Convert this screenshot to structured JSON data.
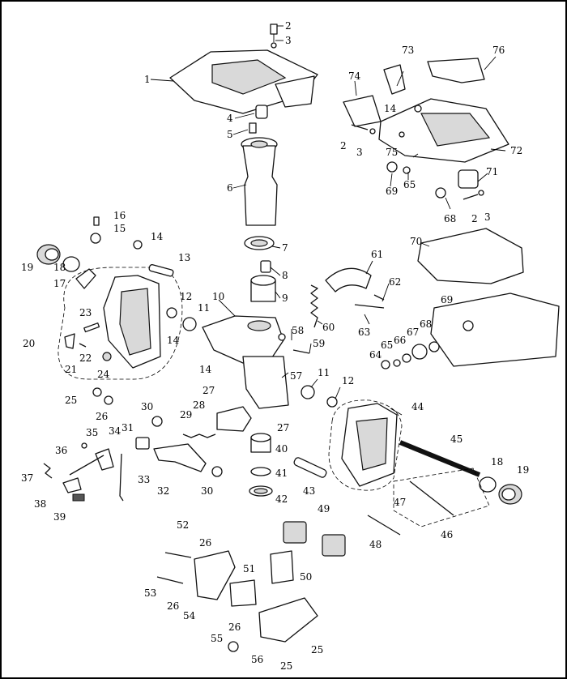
{
  "diagram": {
    "type": "exploded-parts-diagram",
    "callouts": [
      {
        "id": "c1",
        "label": "1"
      },
      {
        "id": "c2a",
        "label": "2"
      },
      {
        "id": "c3a",
        "label": "3"
      },
      {
        "id": "c4",
        "label": "4"
      },
      {
        "id": "c5",
        "label": "5"
      },
      {
        "id": "c6",
        "label": "6"
      },
      {
        "id": "c7",
        "label": "7"
      },
      {
        "id": "c8",
        "label": "8"
      },
      {
        "id": "c9",
        "label": "9"
      },
      {
        "id": "c10",
        "label": "10"
      },
      {
        "id": "c11a",
        "label": "11"
      },
      {
        "id": "c11b",
        "label": "11"
      },
      {
        "id": "c12a",
        "label": "12"
      },
      {
        "id": "c12b",
        "label": "12"
      },
      {
        "id": "c13",
        "label": "13"
      },
      {
        "id": "c14a",
        "label": "14"
      },
      {
        "id": "c14b",
        "label": "14"
      },
      {
        "id": "c14c",
        "label": "14"
      },
      {
        "id": "c14d",
        "label": "14"
      },
      {
        "id": "c15",
        "label": "15"
      },
      {
        "id": "c16",
        "label": "16"
      },
      {
        "id": "c17",
        "label": "17"
      },
      {
        "id": "c18a",
        "label": "18"
      },
      {
        "id": "c18b",
        "label": "18"
      },
      {
        "id": "c19a",
        "label": "19"
      },
      {
        "id": "c19b",
        "label": "19"
      },
      {
        "id": "c20",
        "label": "20"
      },
      {
        "id": "c21",
        "label": "21"
      },
      {
        "id": "c22",
        "label": "22"
      },
      {
        "id": "c23",
        "label": "23"
      },
      {
        "id": "c24",
        "label": "24"
      },
      {
        "id": "c25a",
        "label": "25"
      },
      {
        "id": "c25b",
        "label": "25"
      },
      {
        "id": "c25c",
        "label": "25"
      },
      {
        "id": "c26a",
        "label": "26"
      },
      {
        "id": "c26b",
        "label": "26"
      },
      {
        "id": "c26c",
        "label": "26"
      },
      {
        "id": "c26d",
        "label": "26"
      },
      {
        "id": "c27a",
        "label": "27"
      },
      {
        "id": "c27b",
        "label": "27"
      },
      {
        "id": "c28",
        "label": "28"
      },
      {
        "id": "c29",
        "label": "29"
      },
      {
        "id": "c30a",
        "label": "30"
      },
      {
        "id": "c30b",
        "label": "30"
      },
      {
        "id": "c31",
        "label": "31"
      },
      {
        "id": "c32",
        "label": "32"
      },
      {
        "id": "c33",
        "label": "33"
      },
      {
        "id": "c34",
        "label": "34"
      },
      {
        "id": "c35",
        "label": "35"
      },
      {
        "id": "c36",
        "label": "36"
      },
      {
        "id": "c37",
        "label": "37"
      },
      {
        "id": "c38",
        "label": "38"
      },
      {
        "id": "c39",
        "label": "39"
      },
      {
        "id": "c40",
        "label": "40"
      },
      {
        "id": "c41",
        "label": "41"
      },
      {
        "id": "c42",
        "label": "42"
      },
      {
        "id": "c43",
        "label": "43"
      },
      {
        "id": "c44",
        "label": "44"
      },
      {
        "id": "c45",
        "label": "45"
      },
      {
        "id": "c46",
        "label": "46"
      },
      {
        "id": "c47",
        "label": "47"
      },
      {
        "id": "c48",
        "label": "48"
      },
      {
        "id": "c49",
        "label": "49"
      },
      {
        "id": "c50",
        "label": "50"
      },
      {
        "id": "c51",
        "label": "51"
      },
      {
        "id": "c52",
        "label": "52"
      },
      {
        "id": "c53",
        "label": "53"
      },
      {
        "id": "c54",
        "label": "54"
      },
      {
        "id": "c55",
        "label": "55"
      },
      {
        "id": "c56",
        "label": "56"
      },
      {
        "id": "c57",
        "label": "57"
      },
      {
        "id": "c58",
        "label": "58"
      },
      {
        "id": "c59",
        "label": "59"
      },
      {
        "id": "c60",
        "label": "60"
      },
      {
        "id": "c61",
        "label": "61"
      },
      {
        "id": "c62",
        "label": "62"
      },
      {
        "id": "c63",
        "label": "63"
      },
      {
        "id": "c64",
        "label": "64"
      },
      {
        "id": "c65a",
        "label": "65"
      },
      {
        "id": "c65b",
        "label": "65"
      },
      {
        "id": "c66",
        "label": "66"
      },
      {
        "id": "c67",
        "label": "67"
      },
      {
        "id": "c68a",
        "label": "68"
      },
      {
        "id": "c68b",
        "label": "68"
      },
      {
        "id": "c69a",
        "label": "69"
      },
      {
        "id": "c69b",
        "label": "69"
      },
      {
        "id": "c70",
        "label": "70"
      },
      {
        "id": "c71",
        "label": "71"
      },
      {
        "id": "c72",
        "label": "72"
      },
      {
        "id": "c73",
        "label": "73"
      },
      {
        "id": "c74",
        "label": "74"
      },
      {
        "id": "c75",
        "label": "75"
      },
      {
        "id": "c76",
        "label": "76"
      },
      {
        "id": "c2b",
        "label": "2"
      },
      {
        "id": "c3b",
        "label": "3"
      },
      {
        "id": "c2c",
        "label": "2"
      },
      {
        "id": "c3c",
        "label": "3"
      }
    ]
  }
}
